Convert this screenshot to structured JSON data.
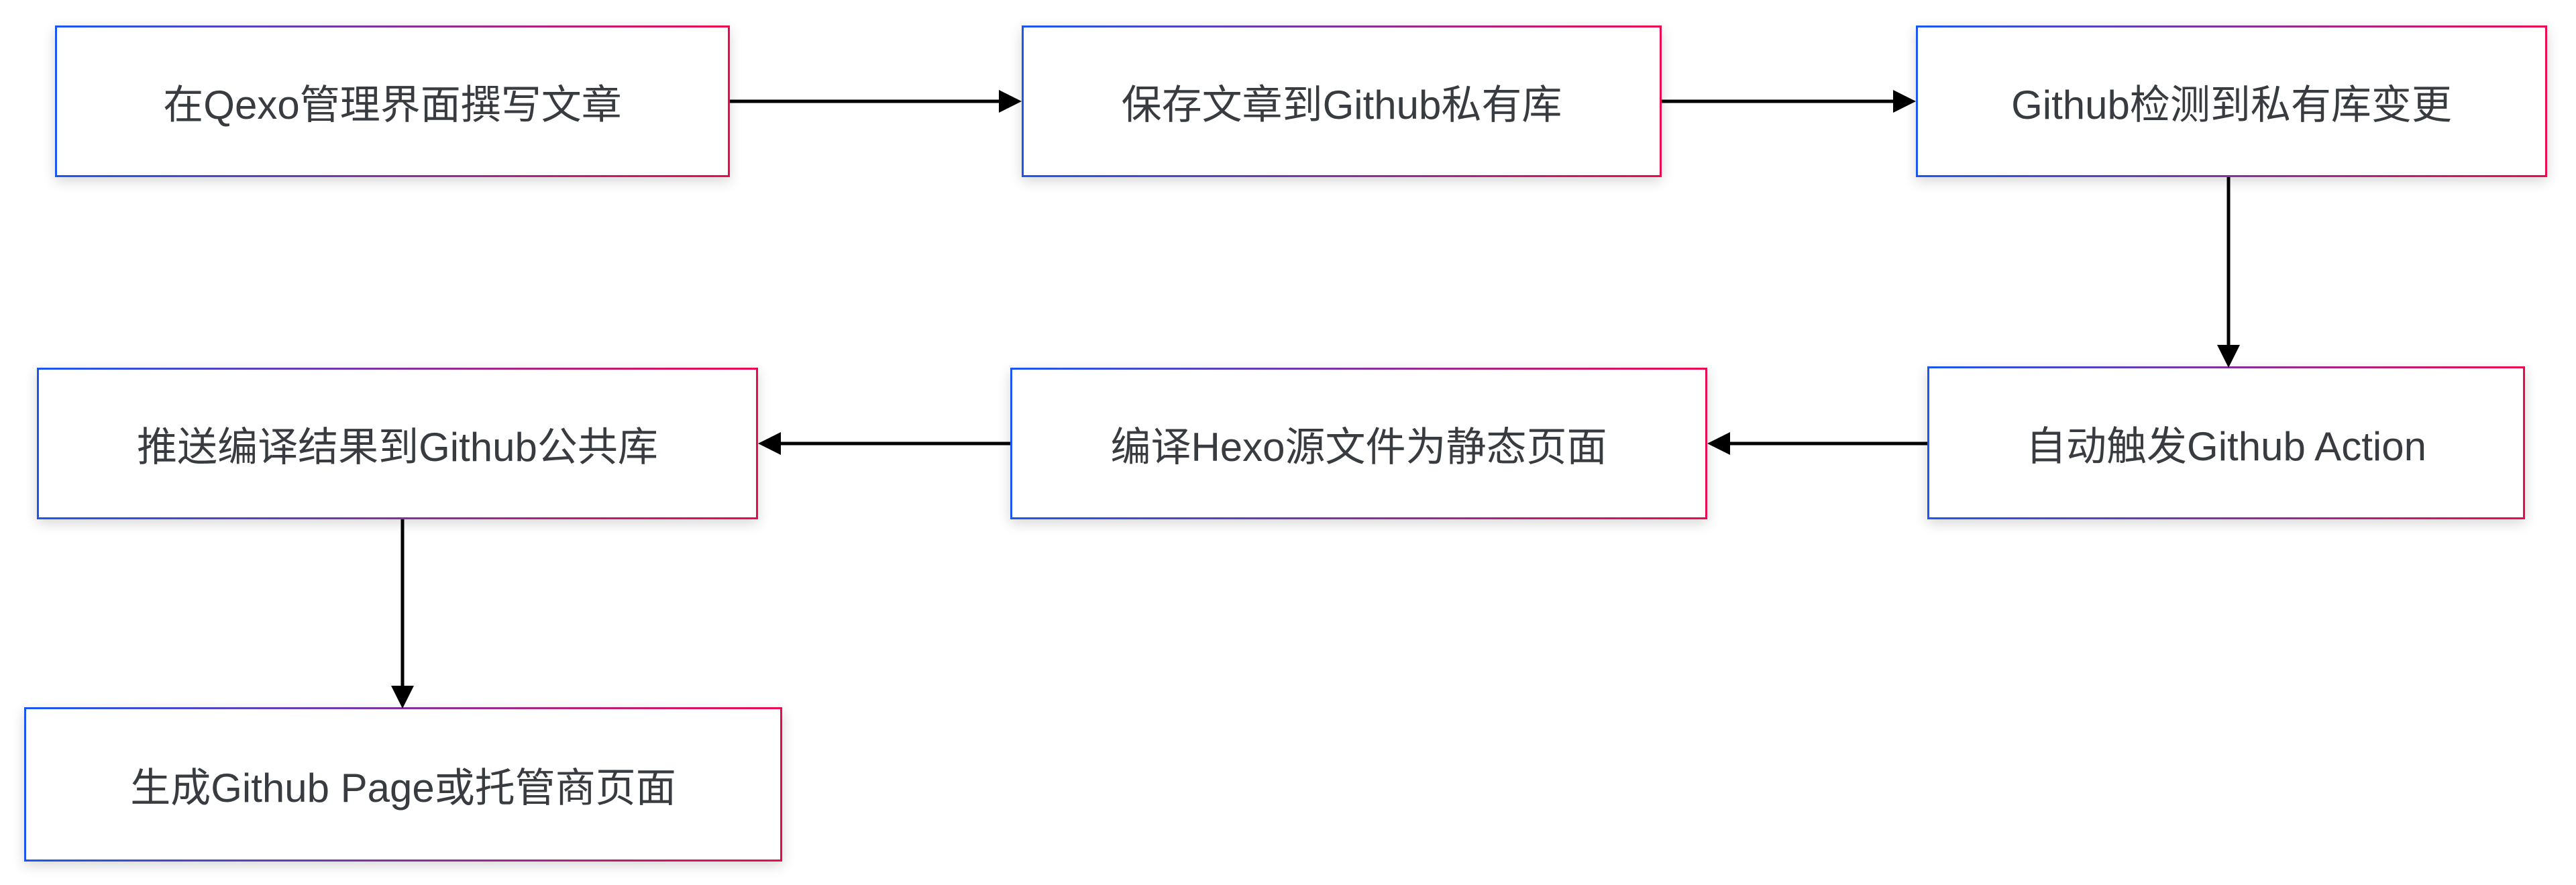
{
  "diagram": {
    "type": "flowchart",
    "background": "#ffffff"
  },
  "theme": {
    "border_gradient_start": "#1b57ef",
    "border_gradient_end": "#ec0a4e",
    "node_background": "#ffffff",
    "text_color": "#383c40",
    "arrow_color": "#000000"
  },
  "nodes": [
    {
      "id": "write",
      "label": "在Qexo管理界面撰写文章"
    },
    {
      "id": "save",
      "label": "保存文章到Github私有库"
    },
    {
      "id": "detect",
      "label": "Github检测到私有库变更"
    },
    {
      "id": "action",
      "label": "自动触发Github Action"
    },
    {
      "id": "compile",
      "label": "编译Hexo源文件为静态页面"
    },
    {
      "id": "push",
      "label": "推送编译结果到Github公共库"
    },
    {
      "id": "generate",
      "label": "生成Github Page或托管商页面"
    }
  ],
  "edges": [
    {
      "from": "write",
      "to": "save",
      "direction": "right"
    },
    {
      "from": "save",
      "to": "detect",
      "direction": "right"
    },
    {
      "from": "detect",
      "to": "action",
      "direction": "down"
    },
    {
      "from": "action",
      "to": "compile",
      "direction": "left"
    },
    {
      "from": "compile",
      "to": "push",
      "direction": "left"
    },
    {
      "from": "push",
      "to": "generate",
      "direction": "down"
    }
  ]
}
